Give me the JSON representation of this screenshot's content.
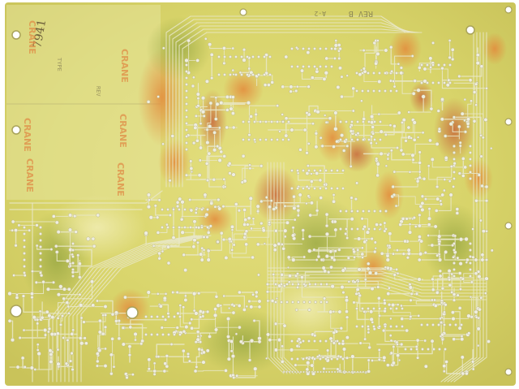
{
  "image": {
    "subject": "printed circuit board, solder side",
    "markings": {
      "top_code": "REV B",
      "top_small": "A-2",
      "left_handwritten": "7941",
      "left_printed": "TYPE",
      "left_small": "REV"
    },
    "stamps": [
      "CRANE",
      "CRANE",
      "CRANE",
      "CRANE",
      "CRANE",
      "CRANE"
    ]
  },
  "colors": {
    "board": "#d8d46a",
    "board_light": "#e6e39a",
    "board_dark": "#b8b44a",
    "trace": "#c9c59a",
    "trace_highlight": "#e9e7c8",
    "pad": "#efeee0",
    "stain_orange": "#d98b3a",
    "stain_red": "#c8643a",
    "stain_green": "#8fa040",
    "background": "#ffffff"
  }
}
